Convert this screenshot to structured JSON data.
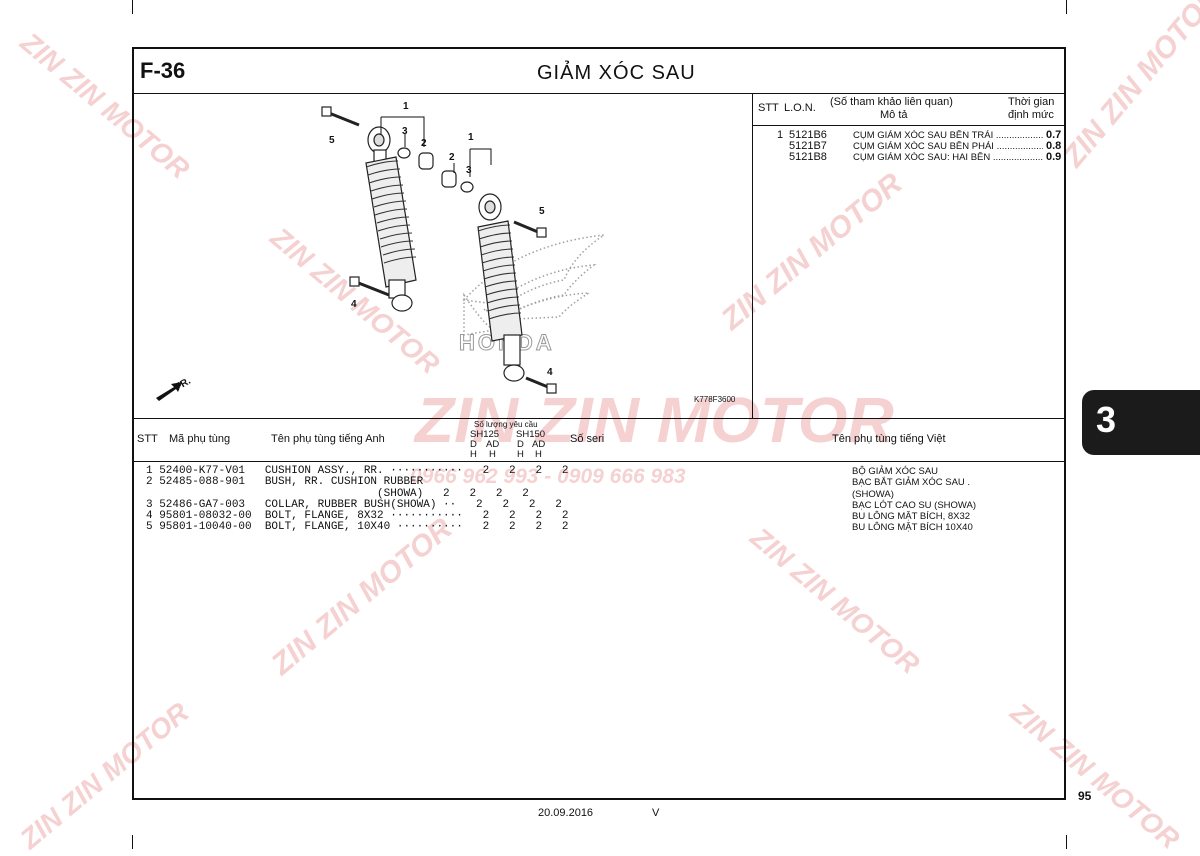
{
  "header": {
    "code": "F-36",
    "title": "GIẢM XÓC SAU"
  },
  "lon_table": {
    "headers": {
      "stt": "STT",
      "lon": "L.O.N.",
      "ref": "(Số tham khảo liên quan)",
      "desc": "Mô tả",
      "time1": "Thời gian",
      "time2": "định mức"
    },
    "rows": [
      {
        "stt": "1",
        "lon": "5121B6",
        "desc": "CỤM GIẢM XÓC SAU BÊN TRÁI ......................",
        "time": "0.7"
      },
      {
        "stt": "",
        "lon": "5121B7",
        "desc": "CỤM GIẢM XÓC SAU BÊN PHẢI ....................",
        "time": "0.8"
      },
      {
        "stt": "",
        "lon": "5121B8",
        "desc": "CỤM GIẢM XÓC SAU: HAI BÊN .......................",
        "time": "0.9"
      }
    ]
  },
  "diagram": {
    "code": "K778F3600",
    "fr_label": "FR.",
    "callouts": [
      "1",
      "3",
      "2",
      "5",
      "4",
      "1",
      "2",
      "3",
      "5",
      "4"
    ]
  },
  "parts_table": {
    "headers": {
      "stt": "STT",
      "part_no": "Mã phụ tùng",
      "name_en": "Tên phụ tùng tiếng Anh",
      "qty_title": "Số lượng yêu cầu",
      "sh125": "SH125",
      "sh150": "SH150",
      "d1": "D",
      "ad1": "AD",
      "d2": "D",
      "ad2": "AD",
      "h1": "H",
      "h2": "H",
      "h3": "H",
      "h4": "H",
      "serial": "Số seri",
      "name_vn": "Tên phụ tùng tiếng Việt"
    },
    "rows": [
      {
        "line": "1 52400-K77-V01   CUSHION ASSY., RR. ···········   2   2   2   2",
        "vn": "BỘ GIẢM XÓC SAU"
      },
      {
        "line": "2 52485-088-901   BUSH, RR. CUSHION RUBBER",
        "vn": "BẠC BẮT GIẢM XÓC SAU ."
      },
      {
        "line": "                                   (SHOWA)   2   2   2   2",
        "vn": "(SHOWA)"
      },
      {
        "line": "3 52486-GA7-003   COLLAR, RUBBER BUSH(SHOWA) ··   2   2   2   2",
        "vn": "BẠC LÓT CAO SU (SHOWA)"
      },
      {
        "line": "4 95801-08032-00  BOLT, FLANGE, 8X32 ···········   2   2   2   2",
        "vn": "BU LÔNG MẶT BÍCH, 8X32"
      },
      {
        "line": "5 95801-10040-00  BOLT, FLANGE, 10X40 ··········   2   2   2   2",
        "vn": "BU LÔNG MẶT BÍCH 10X40"
      }
    ]
  },
  "footer": {
    "date": "20.09.2016",
    "version": "V",
    "page": "95"
  },
  "tab": {
    "label": "3"
  },
  "watermark": {
    "brand": "ZIN ZIN MOTOR",
    "phones": "0966 962 993 - 0909 666 983"
  }
}
